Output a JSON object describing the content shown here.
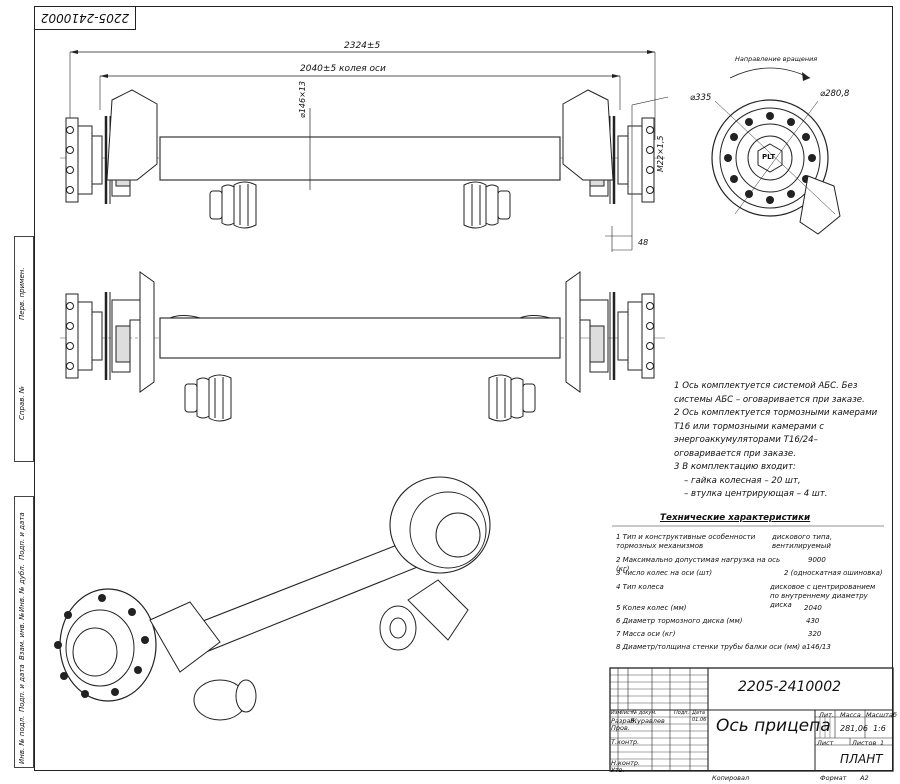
{
  "drawing_number": "2205-2410002",
  "dimensions": {
    "total_length": "2324±5",
    "track_width": "2040±5 колея оси",
    "tube": "⌀146×13",
    "stud": "M22×1,5",
    "offset": "48",
    "disc_outer": "⌀335",
    "disc_inner": "⌀280,8",
    "rotation": "Направление вращения"
  },
  "notes": [
    "1 Ось комплектуется системой АБС. Без системы АБС – оговаривается при заказе.",
    "2 Ось комплектуется тормозными камерами Т16 или тормозными камерами с энергоаккумуляторами Т16/24– оговаривается при заказе.",
    "3 В комплектацию входит:",
    "– гайка колесная – 20 шт,",
    "– втулка центрирующая – 4 шт."
  ],
  "specs": {
    "title": "Технические характеристики",
    "rows": [
      {
        "label": "1 Тип и конструктивные особенности тормозных механизмов",
        "value": "дискового типа, вентилируемый"
      },
      {
        "label": "2 Максимально допустимая нагрузка на ось (кг)",
        "value": "9000"
      },
      {
        "label": "3 Число колес на оси (шт)",
        "value": "2 (односкатная ошиновка)"
      },
      {
        "label": "4 Тип колеса",
        "value": "дисковое с центрированием по внутреннему диаметру диска"
      },
      {
        "label": "5 Колея колес (мм)",
        "value": "2040"
      },
      {
        "label": "6 Диаметр тормозного диска (мм)",
        "value": "430"
      },
      {
        "label": "7 Масса оси (кг)",
        "value": "320"
      },
      {
        "label": "8 Диаметр/толщина стенки трубы балки оси (мм)",
        "value": "⌀146/13"
      }
    ]
  },
  "title_block": {
    "designation": "2205-2410002",
    "name": "Ось прицепа",
    "mass": "281,06",
    "scale": "1:6",
    "company": "ПЛАНТ",
    "head_lit": "Лит.",
    "head_mass": "Масса",
    "head_scale": "Масштаб",
    "sheet": "Лист",
    "sheets": "Листов",
    "sheets_value": "1",
    "izm": "Изм.",
    "list": "Лист",
    "doc": "№ докум.",
    "sign": "Подп.",
    "date": "Дата",
    "razrab": "Разраб.",
    "razrab_name": "Журавлев",
    "date_value": "01.06",
    "prov": "Пров.",
    "tkontr": "Т.контр.",
    "nkontr": "Н.контр.",
    "utv": "Утв.",
    "kopiroval": "Копировал",
    "format": "Формат",
    "format_value": "А2"
  },
  "side_stamp": [
    "Перв. примен.",
    "Справ. №",
    "Подп. и дата",
    "Инв. № дубл.",
    "Взам. инв. №",
    "Подп. и дата",
    "Инв. № подл."
  ],
  "hub_logo": "PLT"
}
